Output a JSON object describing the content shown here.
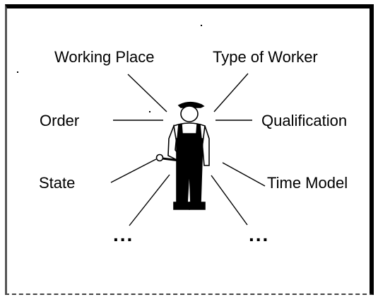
{
  "labels": {
    "working_place": "Working Place",
    "type_of_worker": "Type of Worker",
    "order": "Order",
    "qualification": "Qualification",
    "state": "State",
    "time_model": "Time Model",
    "more_left": "...",
    "more_right": "..."
  },
  "central_icon": "worker-icon",
  "colors": {
    "line": "#000000",
    "background": "#ffffff"
  }
}
